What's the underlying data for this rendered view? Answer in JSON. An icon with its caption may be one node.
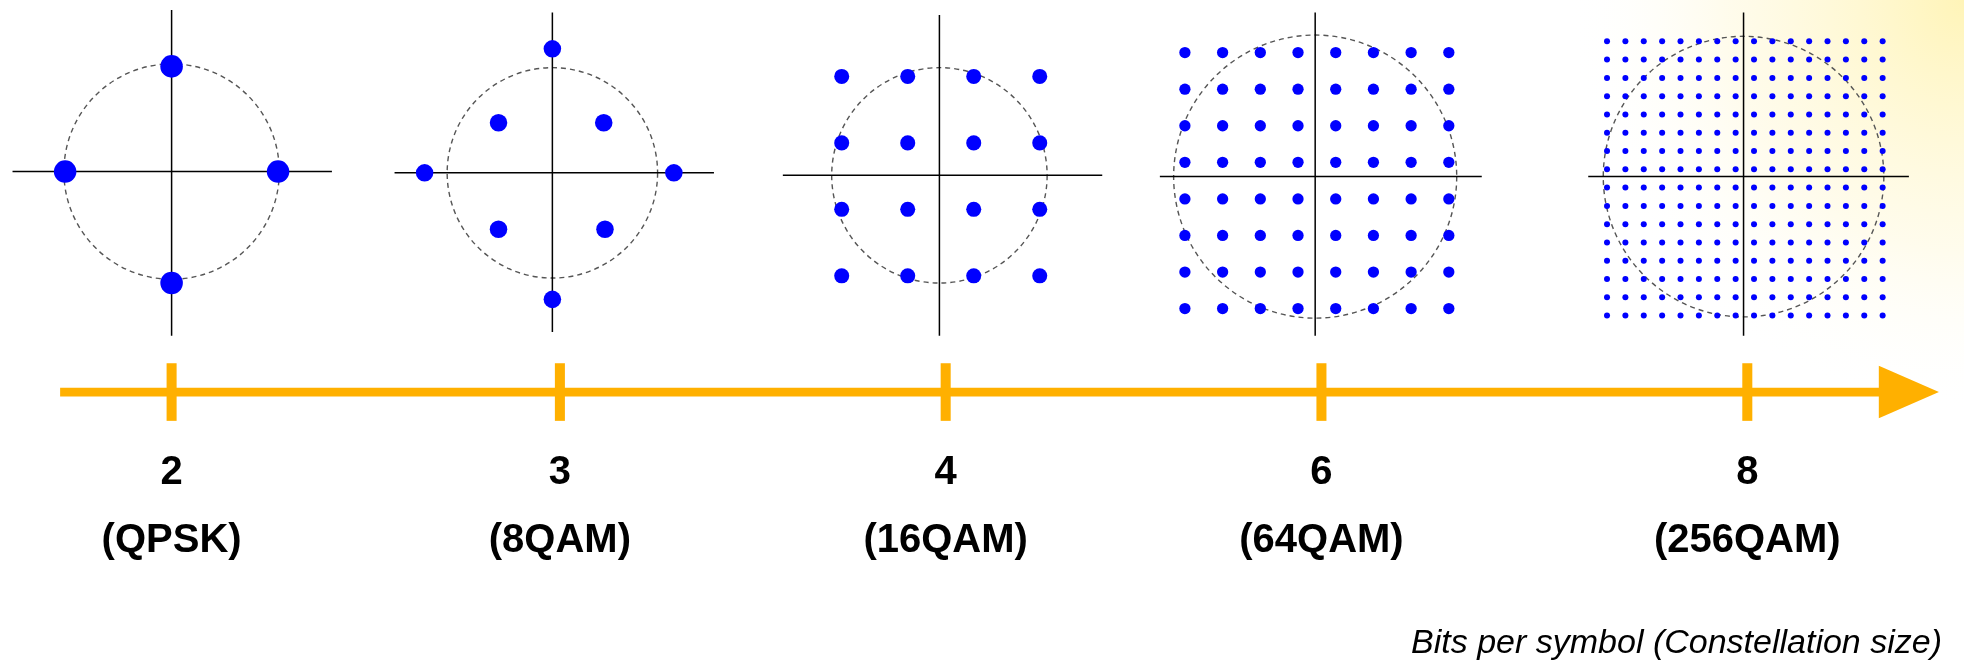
{
  "diagram": {
    "labels": [
      "2",
      "(QPSK)",
      "3",
      "(8QAM)",
      "4",
      "(16QAM)",
      "6",
      "(64QAM)",
      "8",
      "(256QAM)",
      "Bits per symbol (Constellation size)"
    ]
  }
}
